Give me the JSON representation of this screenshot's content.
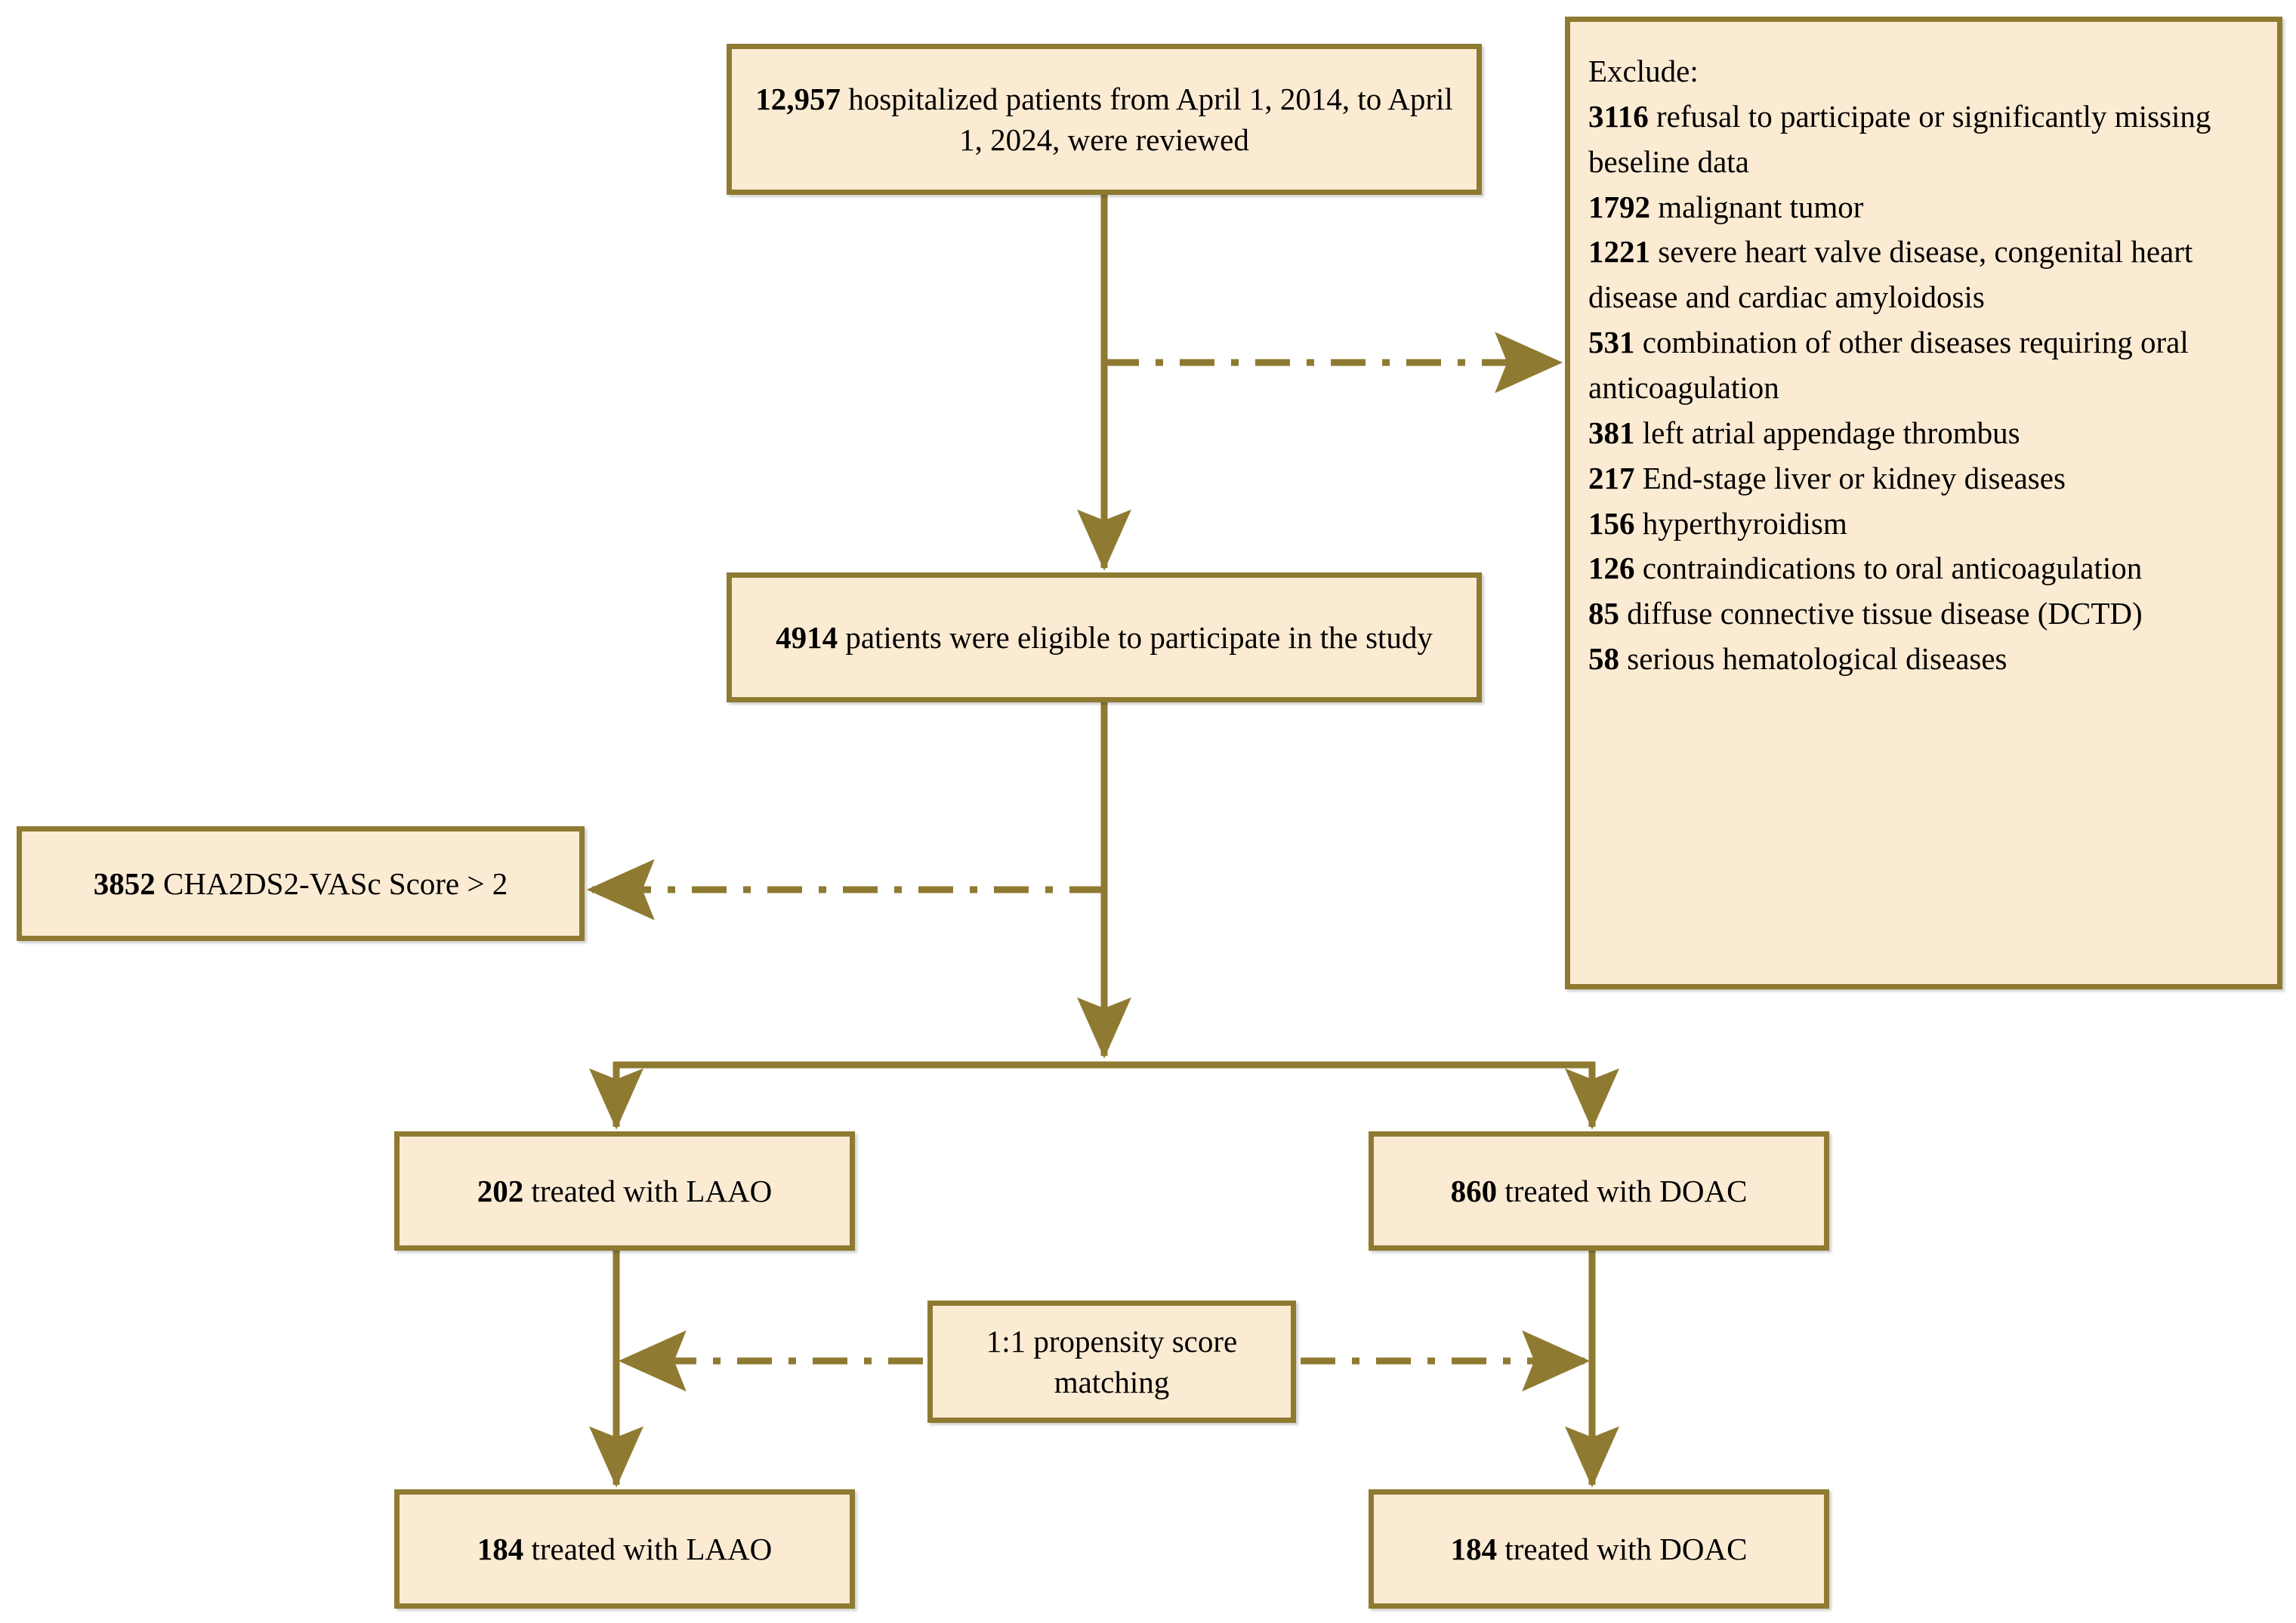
{
  "figure": {
    "type": "study-flow-diagram",
    "colors": {
      "box_fill": "#FCEBD3",
      "box_border": "#8F7A31",
      "connector": "#8F7A31",
      "text": "#000000",
      "background": "#FFFFFF"
    }
  },
  "nodes": {
    "reviewed": {
      "count": "12,957",
      "text": " hospitalized patients from April 1, 2014, to April 1, 2024, were reviewed",
      "full": "12,957 hospitalized patients from April 1, 2014, to April 1, 2024, were reviewed"
    },
    "eligible": {
      "count": "4914",
      "text": " patients were eligible to participate in the study",
      "full": "4914 patients were eligible to participate in the study"
    },
    "chads": {
      "count": "3852",
      "text": " CHA2DS2-VASc Score > 2",
      "full": "3852 CHA2DS2-VASc Score > 2"
    },
    "laao_pre": {
      "count": "202",
      "text": " treated with LAAO",
      "full": "202 treated with LAAO"
    },
    "doac_pre": {
      "count": "860",
      "text": " treated with DOAC",
      "full": "860 treated with DOAC"
    },
    "psm": {
      "line1": "1:1 propensity score",
      "line2": "matching",
      "full": "1:1 propensity score matching"
    },
    "laao_post": {
      "count": "184",
      "text": " treated with LAAO",
      "full": "184 treated with LAAO"
    },
    "doac_post": {
      "count": "184",
      "text": " treated with DOAC",
      "full": "184 treated with DOAC"
    }
  },
  "exclude": {
    "heading": "Exclude:",
    "items": [
      {
        "count": "3116",
        "reason": " refusal to participate or significantly missing beseline data"
      },
      {
        "count": "1792",
        "reason": " malignant tumor"
      },
      {
        "count": "1221",
        "reason": " severe heart valve disease, congenital heart disease and cardiac amyloidosis"
      },
      {
        "count": "531",
        "reason": " combination of other diseases requiring oral anticoagulation"
      },
      {
        "count": "381",
        "reason": " left atrial appendage thrombus"
      },
      {
        "count": "217",
        "reason": " End-stage liver or kidney diseases"
      },
      {
        "count": "156",
        "reason": " hyperthyroidism"
      },
      {
        "count": "126",
        "reason": " contraindications to oral anticoagulation"
      },
      {
        "count": "85",
        "reason": " diffuse connective tissue disease (DCTD)"
      },
      {
        "count": "58",
        "reason": " serious hematological diseases"
      }
    ]
  },
  "edges": {
    "reviewed_to_eligible": "solid-arrow-down",
    "reviewed_stem_to_exclude": "dash-dot-arrow-right",
    "eligible_stem_to_chads": "dash-dot-arrow-left",
    "eligible_to_split": "solid-arrow-down",
    "split_to_laao": "solid-arrow-down",
    "split_to_doac": "solid-arrow-down",
    "laao_to_laao_matched": "solid-arrow-down",
    "doac_to_doac_matched": "solid-arrow-down",
    "psm_to_laao": "dash-dot-arrow-left",
    "psm_to_doac": "dash-dot-arrow-right"
  }
}
